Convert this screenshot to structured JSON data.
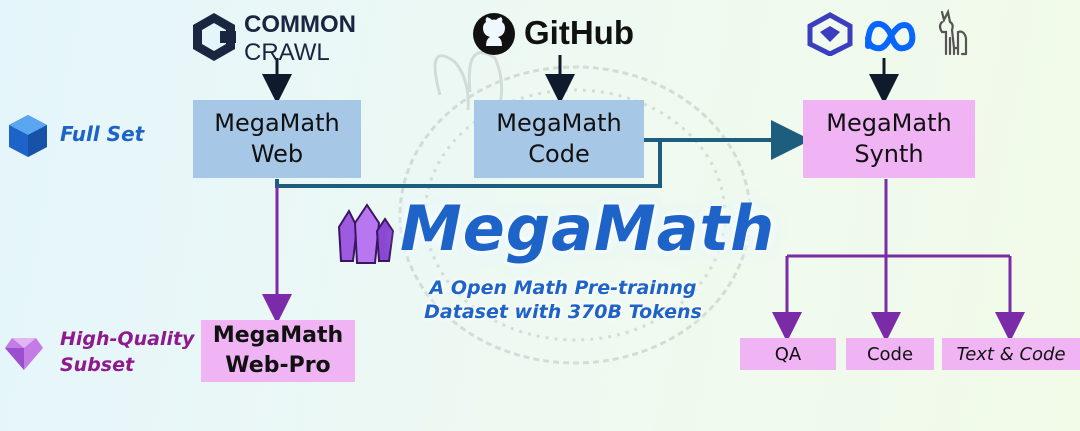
{
  "diagram": {
    "title": "MegaMath",
    "subtitle": "A Open Math Pre-trainng\nDataset with 370B Tokens",
    "tiers": [
      {
        "label": "Full Set",
        "icon": "cube-icon",
        "color": "#1e63c8"
      },
      {
        "label": "High-Quality\nSubset",
        "icon": "gem-icon",
        "color": "#8e1a8e"
      }
    ],
    "sources": {
      "common_crawl": {
        "line1": "COMMON",
        "line2": "CRAWL",
        "icon": "common-crawl-logo"
      },
      "github": {
        "label": "GitHub",
        "icon": "github-logo"
      },
      "llms": {
        "icons": [
          "qwen-logo",
          "meta-logo",
          "llama-logo"
        ]
      }
    },
    "nodes": {
      "web": "MegaMath\nWeb",
      "code": "MegaMath\nCode",
      "synth": "MegaMath\nSynth",
      "web_pro": "MegaMath\nWeb-Pro",
      "qa": "QA",
      "code_out": "Code",
      "text_code": "Text & Code"
    },
    "colors": {
      "full_set_box": "#a7c7e7",
      "subset_box": "#f0b4f5",
      "arrow_dark": "#0f1b2d",
      "arrow_teal": "#1d5d7e",
      "arrow_purple": "#7b2ba8",
      "title_blue": "#1e63c8"
    }
  }
}
